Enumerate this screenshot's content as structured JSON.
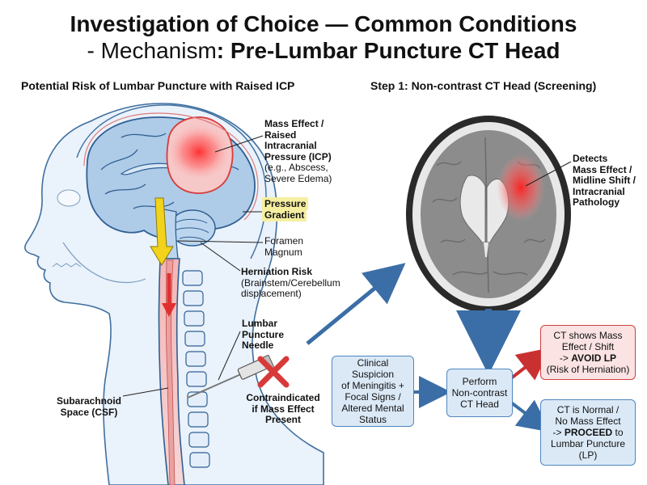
{
  "title": {
    "line1": "Investigation of Choice — Common Conditions",
    "line2_prefix": "- Mechanism",
    "line2_main": ": Pre-Lumbar Puncture CT Head"
  },
  "left_panel": {
    "heading": "Potential Risk of Lumbar Puncture with Raised ICP",
    "labels": {
      "mass_effect_1": "Mass Effect /",
      "mass_effect_2": "Raised",
      "mass_effect_3": "Intracranial",
      "mass_effect_4": "Pressure (ICP)",
      "mass_effect_5": "(e.g., Abscess,",
      "mass_effect_6": "Severe Edema)",
      "pressure_1": "Pressure",
      "pressure_2": "Gradient",
      "foramen_1": "Foramen",
      "foramen_2": "Magnum",
      "herniation_1": "Herniation Risk",
      "herniation_2": "(Brainstem/Cerebellum",
      "herniation_3": "displacement)",
      "needle_1": "Lumbar",
      "needle_2": "Puncture",
      "needle_3": "Needle",
      "contra_1": "Contraindicated",
      "contra_2": "if Mass Effect",
      "contra_3": "Present",
      "subarachnoid_1": "Subarachnoid",
      "subarachnoid_2": "Space (CSF)"
    }
  },
  "right_panel": {
    "heading": "Step 1: Non-contrast CT Head (Screening)",
    "detects_1": "Detects",
    "detects_2": "Mass Effect /",
    "detects_3": "Midline Shift /",
    "detects_4": "Intracranial",
    "detects_5": "Pathology"
  },
  "flow": {
    "clinical": [
      "Clinical Suspicion",
      "of Meningitis +",
      "Focal Signs /",
      "Altered Mental",
      "Status"
    ],
    "perform": [
      "Perform",
      "Non-contrast",
      "CT Head"
    ],
    "abnormal": {
      "l1": "CT shows Mass",
      "l2": "Effect / Shift",
      "l3_prefix": "-> ",
      "l3_bold": "AVOID LP",
      "l4": "(Risk of Herniation)"
    },
    "normal": {
      "l1": "CT is Normal /",
      "l2": "No Mass Effect",
      "l3_prefix": "-> ",
      "l3_bold": "PROCEED",
      "l3_suffix": " to",
      "l4": "Lumbar Puncture",
      "l5": "(LP)"
    }
  },
  "colors": {
    "brain_fill": "#aecbe8",
    "brain_stroke": "#2f5f92",
    "ct_gray": "#8c8c8c",
    "red_accent": "#d83a3a",
    "arrow_blue": "#3b6ea6",
    "yellow_arrow": "#f2d21b",
    "box_blue_fill": "#dbe9f7",
    "box_red_fill": "#fbe3e3"
  }
}
